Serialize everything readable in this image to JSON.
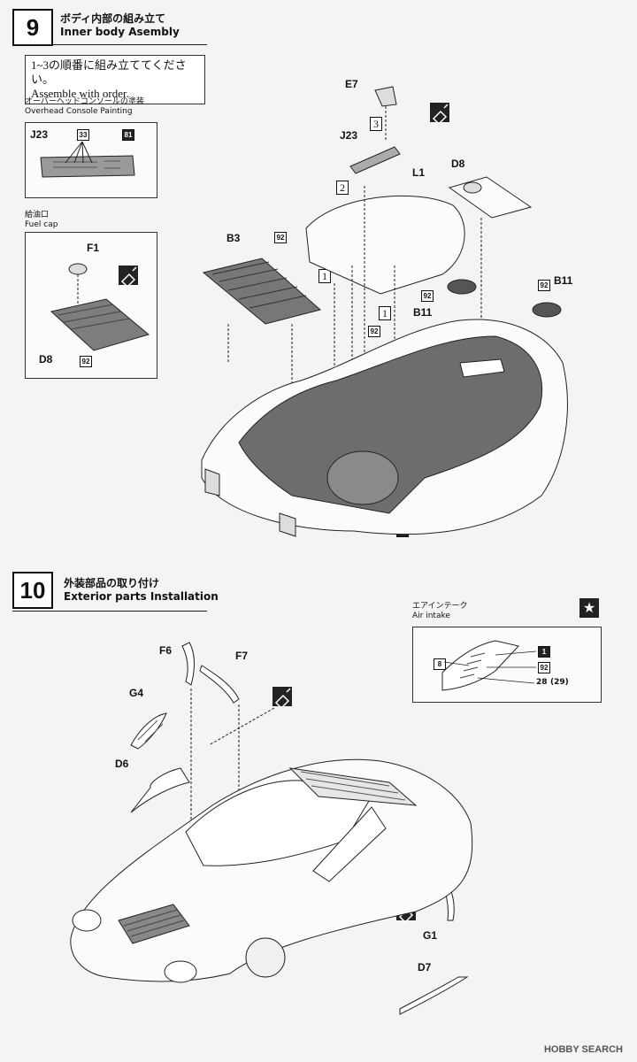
{
  "step9": {
    "number": "9",
    "title_jp": "ボディ内部の組み立て",
    "title_en": "Inner body Asembly",
    "note_jp": "1~3の順番に組み立ててください。",
    "note_en": "Assemble with order.",
    "overhead_jp": "オーバーヘッドコンソールの塗装",
    "overhead_en": "Overhead Console Painting",
    "fuel_jp": "給油口",
    "fuel_en": "Fuel cap",
    "labels": {
      "j23_box": "J23",
      "j23": "J23",
      "e7": "E7",
      "l1": "L1",
      "d8": "D8",
      "d8_box": "D8",
      "b3": "B3",
      "b11_a": "B11",
      "b11_b": "B11",
      "f1": "F1"
    },
    "badges": {
      "c33": "33",
      "c81_box": "81",
      "c92_a": "92",
      "c92_b": "92",
      "c92_c": "92",
      "c92_d": "92",
      "c92_e": "92",
      "c81": "81"
    },
    "sequence": {
      "s1a": "1",
      "s1b": "1",
      "s2": "2",
      "s3": "3"
    }
  },
  "step10": {
    "number": "10",
    "title_jp": "外装部品の取り付け",
    "title_en": "Exterior parts Installation",
    "air_jp": "エアインテーク",
    "air_en": "Air intake",
    "star": "★",
    "labels": {
      "f6": "F6",
      "f7": "F7",
      "g4": "G4",
      "d6": "D6",
      "g1": "G1",
      "d7": "D7"
    },
    "air_badges": {
      "c1": "1",
      "c8": "8",
      "c92": "92",
      "c28": "28",
      "c29": "(29)"
    }
  },
  "watermark": "HOBBY SEARCH"
}
